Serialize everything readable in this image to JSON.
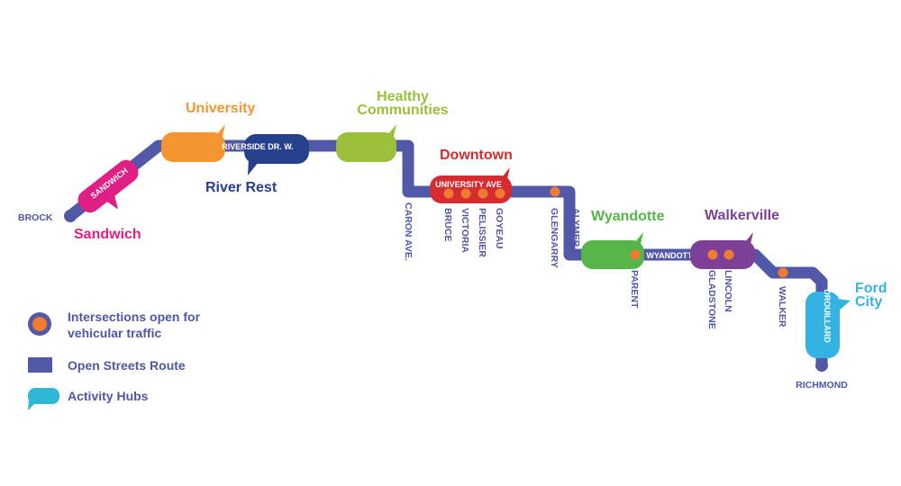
{
  "colors": {
    "route": "#5258a8",
    "intersection": "#ee7b30",
    "sandwich": "#e01f85",
    "university": "#f39632",
    "river_rest": "#27408b",
    "healthy": "#9cbf3b",
    "downtown": "#d62b2f",
    "wyandotte": "#55b548",
    "walkerville": "#7d3f98",
    "ford_city": "#34b3e2",
    "activity": "#2fb7d4"
  },
  "hubs": {
    "sandwich": "Sandwich",
    "university": "University",
    "river_rest": "River Rest",
    "healthy_line1": "Healthy",
    "healthy_line2": "Communities",
    "downtown": "Downtown",
    "wyandotte": "Wyandotte",
    "walkerville": "Walkerville",
    "ford_city_line1": "Ford",
    "ford_city_line2": "City"
  },
  "streets": {
    "brock": "BROCK",
    "sandwich": "SANDWICH",
    "riverside": "RIVERSIDE DR. W.",
    "caron": "CARON AVE.",
    "university_ave": "UNIVERSITY AVE",
    "bruce": "BRUCE",
    "victoria": "VICTORIA",
    "pelissier": "PELISSIER",
    "goyeau": "GOYEAU",
    "glengarry": "GLENGARRY",
    "alymer": "ALYMER",
    "wyandotte": "WYANDOTTE",
    "parent": "PARENT",
    "gladstone": "GLADSTONE",
    "lincoln": "LINCOLN",
    "walker": "WALKER",
    "drouillard": "DROUILLARD",
    "richmond": "RICHMOND"
  },
  "legend": {
    "intersections_line1": "Intersections open for",
    "intersections_line2": "vehicular traffic",
    "route": "Open Streets Route",
    "hubs": "Activity Hubs"
  }
}
